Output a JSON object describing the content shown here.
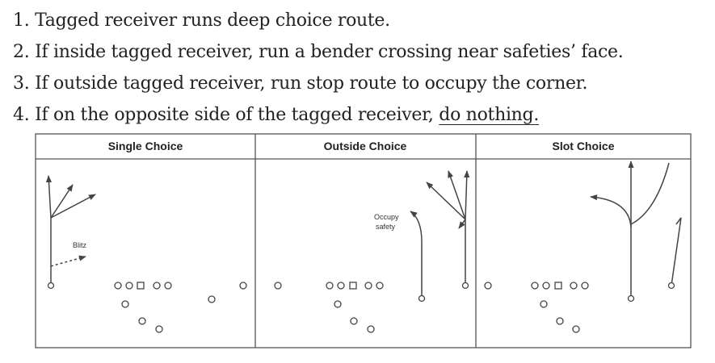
{
  "rules": [
    {
      "number": "1.",
      "text": "Tagged receiver runs deep choice route."
    },
    {
      "number": "2.",
      "text": "If inside tagged receiver, run a bender crossing near safeties’ face."
    },
    {
      "number": "3.",
      "text": "If outside tagged receiver, run stop route to occupy the corner."
    },
    {
      "number": "4.",
      "text": "If on the opposite side of the tagged receiver,",
      "underlined": "do nothing."
    }
  ],
  "panels": [
    {
      "title": "Single Choice",
      "label": "Blitz"
    },
    {
      "title": "Outside Choice",
      "label_line1": "Occupy",
      "label_line2": "safety"
    },
    {
      "title": "Slot Choice"
    }
  ],
  "colors": {
    "line": "#444444",
    "text": "#222222",
    "border": "#555555"
  }
}
